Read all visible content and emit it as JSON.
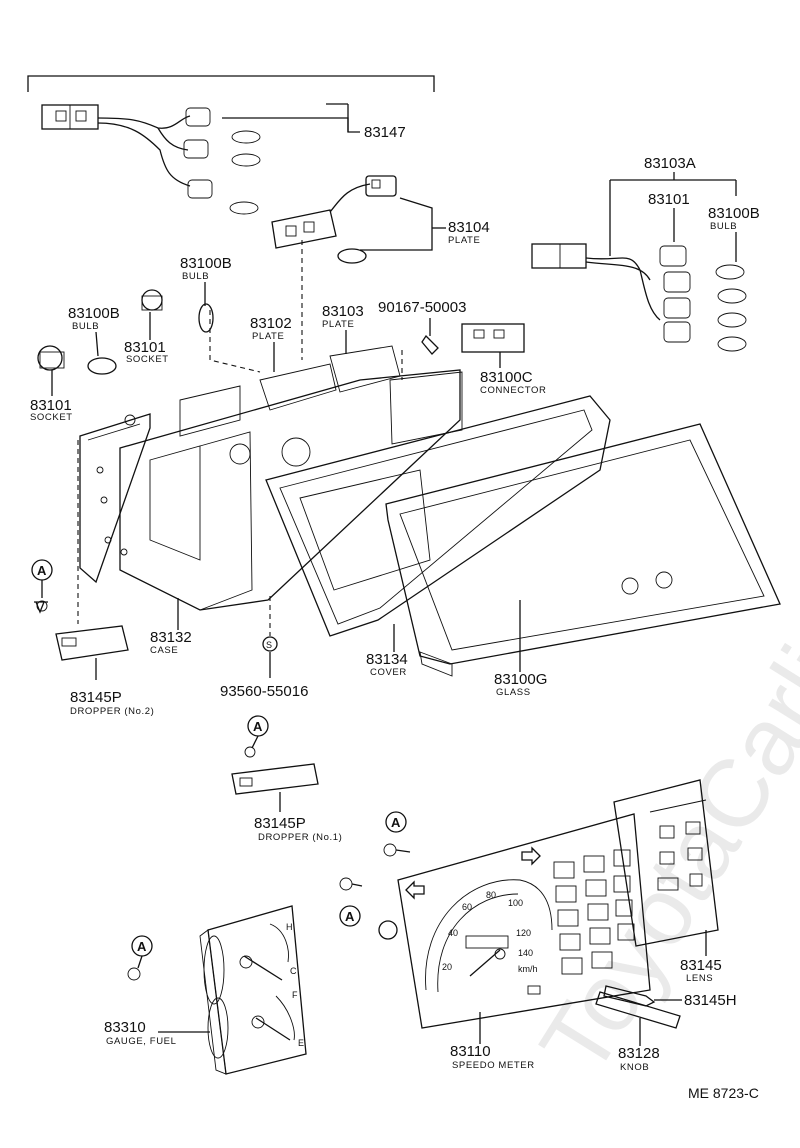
{
  "watermark": "ToyotaCarline.ru",
  "reference": "ME 8723-C",
  "circle_marks": {
    "a": "A",
    "s": "S"
  },
  "gauge_marks": {
    "h": "H",
    "c": "C",
    "f": "F",
    "e": "E"
  },
  "speedo_unit": "km/h",
  "speedo_scale": [
    "20",
    "40",
    "60",
    "80",
    "100",
    "120",
    "140"
  ],
  "parts": {
    "p83147": {
      "number": "83147"
    },
    "p83104": {
      "number": "83104",
      "name": "PLATE"
    },
    "p83103A": {
      "number": "83103A"
    },
    "p83101_right": {
      "number": "83101"
    },
    "p83100B_right": {
      "number": "83100B",
      "name": "BULB"
    },
    "p83100B_top": {
      "number": "83100B",
      "name": "BULB"
    },
    "p83100B_left": {
      "number": "83100B",
      "name": "BULB"
    },
    "p83101_mid": {
      "number": "83101",
      "name": "SOCKET"
    },
    "p83101_left": {
      "number": "83101",
      "name": "SOCKET"
    },
    "p83102": {
      "number": "83102",
      "name": "PLATE"
    },
    "p83103": {
      "number": "83103",
      "name": "PLATE"
    },
    "p90167": {
      "number": "90167-50003"
    },
    "p83100C": {
      "number": "83100C",
      "name": "CONNECTOR"
    },
    "p83132": {
      "number": "83132",
      "name": "CASE"
    },
    "p83145P_2": {
      "number": "83145P",
      "name": "DROPPER (No.2)"
    },
    "p93560": {
      "number": "93560-55016"
    },
    "p83134": {
      "number": "83134",
      "name": "COVER"
    },
    "p83100G": {
      "number": "83100G",
      "name": "GLASS"
    },
    "p83145P_1": {
      "number": "83145P",
      "name": "DROPPER (No.1)"
    },
    "p83145": {
      "number": "83145",
      "name": "LENS"
    },
    "p83145H": {
      "number": "83145H"
    },
    "p83310": {
      "number": "83310",
      "name": "GAUGE, FUEL"
    },
    "p83110": {
      "number": "83110",
      "name": "SPEEDO METER"
    },
    "p83128": {
      "number": "83128",
      "name": "KNOB"
    }
  }
}
